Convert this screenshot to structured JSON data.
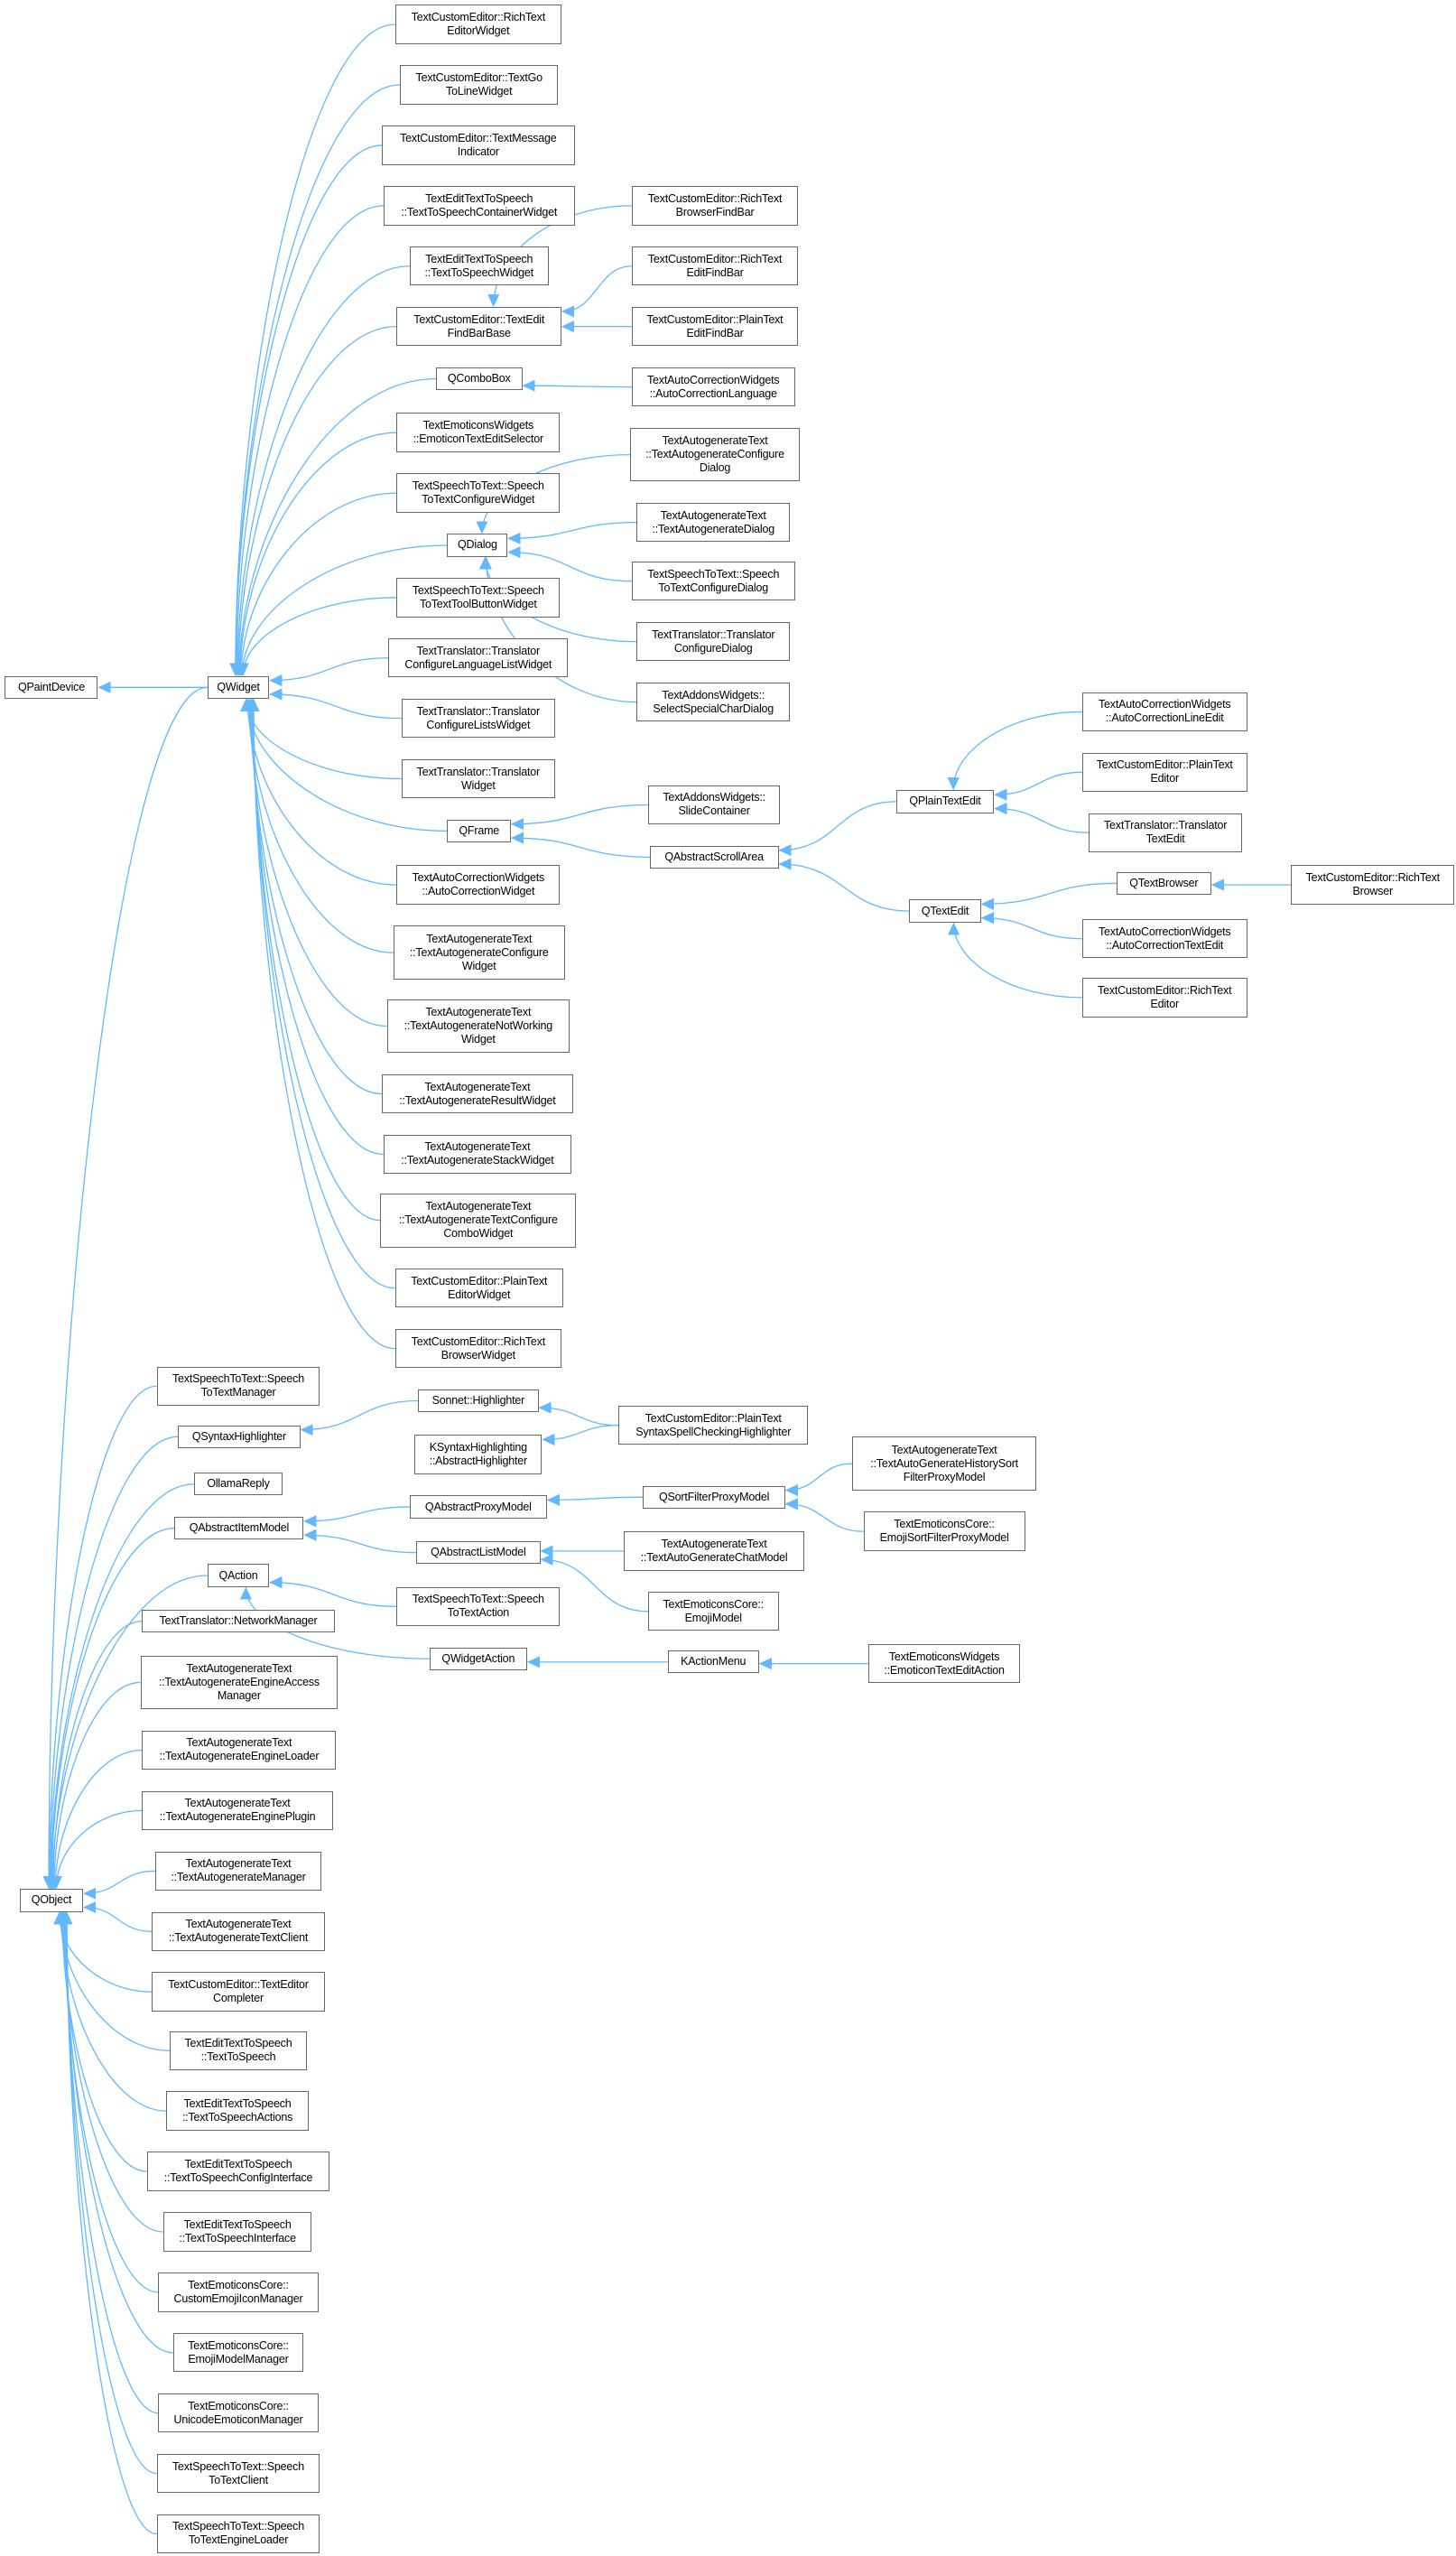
{
  "diagram": {
    "type": "class-inheritance-graph",
    "edge_color": "#63b8ff",
    "box_border_color": "#666666"
  },
  "nodes": [
    {
      "label": "QPaintDevice"
    },
    {
      "label": "QWidget"
    },
    {
      "label": "TextCustomEditor::RichText\nEditorWidget"
    },
    {
      "label": "TextCustomEditor::TextGo\nToLineWidget"
    },
    {
      "label": "TextCustomEditor::TextMessage\nIndicator"
    },
    {
      "label": "TextEditTextToSpeech\n::TextToSpeechContainerWidget"
    },
    {
      "label": "TextEditTextToSpeech\n::TextToSpeechWidget"
    },
    {
      "label": "TextCustomEditor::TextEdit\nFindBarBase"
    },
    {
      "label": "TextCustomEditor::RichText\nBrowserFindBar"
    },
    {
      "label": "TextCustomEditor::RichText\nEditFindBar"
    },
    {
      "label": "TextCustomEditor::PlainText\nEditFindBar"
    },
    {
      "label": "QComboBox"
    },
    {
      "label": "TextAutoCorrectionWidgets\n::AutoCorrectionLanguage"
    },
    {
      "label": "TextEmoticonsWidgets\n::EmoticonTextEditSelector"
    },
    {
      "label": "TextSpeechToText::Speech\nToTextConfigureWidget"
    },
    {
      "label": "QDialog"
    },
    {
      "label": "TextAutogenerateText\n::TextAutogenerateConfigure\nDialog"
    },
    {
      "label": "TextAutogenerateText\n::TextAutogenerateDialog"
    },
    {
      "label": "TextSpeechToText::Speech\nToTextConfigureDialog"
    },
    {
      "label": "TextTranslator::Translator\nConfigureDialog"
    },
    {
      "label": "TextAddonsWidgets::\nSelectSpecialCharDialog"
    },
    {
      "label": "TextSpeechToText::Speech\nToTextToolButtonWidget"
    },
    {
      "label": "TextTranslator::Translator\nConfigureLanguageListWidget"
    },
    {
      "label": "TextTranslator::Translator\nConfigureListsWidget"
    },
    {
      "label": "TextTranslator::Translator\nWidget"
    },
    {
      "label": "QFrame"
    },
    {
      "label": "TextAddonsWidgets::\nSlideContainer"
    },
    {
      "label": "QAbstractScrollArea"
    },
    {
      "label": "QPlainTextEdit"
    },
    {
      "label": "TextAutoCorrectionWidgets\n::AutoCorrectionLineEdit"
    },
    {
      "label": "TextCustomEditor::PlainText\nEditor"
    },
    {
      "label": "TextTranslator::Translator\nTextEdit"
    },
    {
      "label": "QTextEdit"
    },
    {
      "label": "QTextBrowser"
    },
    {
      "label": "TextCustomEditor::RichText\nBrowser"
    },
    {
      "label": "TextAutoCorrectionWidgets\n::AutoCorrectionTextEdit"
    },
    {
      "label": "TextCustomEditor::RichText\nEditor"
    },
    {
      "label": "TextAutoCorrectionWidgets\n::AutoCorrectionWidget"
    },
    {
      "label": "TextAutogenerateText\n::TextAutogenerateConfigure\nWidget"
    },
    {
      "label": "TextAutogenerateText\n::TextAutogenerateNotWorking\nWidget"
    },
    {
      "label": "TextAutogenerateText\n::TextAutogenerateResultWidget"
    },
    {
      "label": "TextAutogenerateText\n::TextAutogenerateStackWidget"
    },
    {
      "label": "TextAutogenerateText\n::TextAutogenerateTextConfigure\nComboWidget"
    },
    {
      "label": "TextCustomEditor::PlainText\nEditorWidget"
    },
    {
      "label": "TextCustomEditor::RichText\nBrowserWidget"
    },
    {
      "label": "QObject"
    },
    {
      "label": "TextSpeechToText::Speech\nToTextManager"
    },
    {
      "label": "QSyntaxHighlighter"
    },
    {
      "label": "Sonnet::Highlighter"
    },
    {
      "label": "TextCustomEditor::PlainText\nSyntaxSpellCheckingHighlighter"
    },
    {
      "label": "KSyntaxHighlighting\n::AbstractHighlighter"
    },
    {
      "label": "OllamaReply"
    },
    {
      "label": "QAbstractItemModel"
    },
    {
      "label": "QAbstractProxyModel"
    },
    {
      "label": "QSortFilterProxyModel"
    },
    {
      "label": "TextAutogenerateText\n::TextAutoGenerateHistorySort\nFilterProxyModel"
    },
    {
      "label": "TextEmoticonsCore::\nEmojiSortFilterProxyModel"
    },
    {
      "label": "QAbstractListModel"
    },
    {
      "label": "TextAutogenerateText\n::TextAutoGenerateChatModel"
    },
    {
      "label": "TextEmoticonsCore::\nEmojiModel"
    },
    {
      "label": "QAction"
    },
    {
      "label": "TextSpeechToText::Speech\nToTextAction"
    },
    {
      "label": "TextTranslator::NetworkManager"
    },
    {
      "label": "QWidgetAction"
    },
    {
      "label": "KActionMenu"
    },
    {
      "label": "TextEmoticonsWidgets\n::EmoticonTextEditAction"
    },
    {
      "label": "TextAutogenerateText\n::TextAutogenerateEngineAccess\nManager"
    },
    {
      "label": "TextAutogenerateText\n::TextAutogenerateEngineLoader"
    },
    {
      "label": "TextAutogenerateText\n::TextAutogenerateEnginePlugin"
    },
    {
      "label": "TextAutogenerateText\n::TextAutogenerateManager"
    },
    {
      "label": "TextAutogenerateText\n::TextAutogenerateTextClient"
    },
    {
      "label": "TextCustomEditor::TextEditor\nCompleter"
    },
    {
      "label": "TextEditTextToSpeech\n::TextToSpeech"
    },
    {
      "label": "TextEditTextToSpeech\n::TextToSpeechActions"
    },
    {
      "label": "TextEditTextToSpeech\n::TextToSpeechConfigInterface"
    },
    {
      "label": "TextEditTextToSpeech\n::TextToSpeechInterface"
    },
    {
      "label": "TextEmoticonsCore::\nCustomEmojiIconManager"
    },
    {
      "label": "TextEmoticonsCore::\nEmojiModelManager"
    },
    {
      "label": "TextEmoticonsCore::\nUnicodeEmoticonManager"
    },
    {
      "label": "TextSpeechToText::Speech\nToTextClient"
    },
    {
      "label": "TextSpeechToText::Speech\nToTextEngineLoader"
    }
  ],
  "edges": [
    [
      1,
      0
    ],
    [
      2,
      1
    ],
    [
      3,
      1
    ],
    [
      4,
      1
    ],
    [
      5,
      1
    ],
    [
      6,
      1
    ],
    [
      7,
      1
    ],
    [
      11,
      1
    ],
    [
      13,
      1
    ],
    [
      14,
      1
    ],
    [
      15,
      1
    ],
    [
      21,
      1
    ],
    [
      22,
      1
    ],
    [
      23,
      1
    ],
    [
      24,
      1
    ],
    [
      25,
      1
    ],
    [
      37,
      1
    ],
    [
      38,
      1
    ],
    [
      39,
      1
    ],
    [
      40,
      1
    ],
    [
      41,
      1
    ],
    [
      42,
      1
    ],
    [
      43,
      1
    ],
    [
      44,
      1
    ],
    [
      8,
      7
    ],
    [
      9,
      7
    ],
    [
      10,
      7
    ],
    [
      12,
      11
    ],
    [
      16,
      15
    ],
    [
      17,
      15
    ],
    [
      18,
      15
    ],
    [
      19,
      15
    ],
    [
      20,
      15
    ],
    [
      26,
      25
    ],
    [
      27,
      25
    ],
    [
      28,
      27
    ],
    [
      32,
      27
    ],
    [
      29,
      28
    ],
    [
      30,
      28
    ],
    [
      31,
      28
    ],
    [
      33,
      32
    ],
    [
      35,
      32
    ],
    [
      36,
      32
    ],
    [
      34,
      33
    ],
    [
      1,
      45
    ],
    [
      46,
      45
    ],
    [
      47,
      45
    ],
    [
      51,
      45
    ],
    [
      52,
      45
    ],
    [
      60,
      45
    ],
    [
      62,
      45
    ],
    [
      66,
      45
    ],
    [
      67,
      45
    ],
    [
      68,
      45
    ],
    [
      69,
      45
    ],
    [
      70,
      45
    ],
    [
      71,
      45
    ],
    [
      72,
      45
    ],
    [
      73,
      45
    ],
    [
      74,
      45
    ],
    [
      75,
      45
    ],
    [
      76,
      45
    ],
    [
      77,
      45
    ],
    [
      78,
      45
    ],
    [
      79,
      45
    ],
    [
      80,
      45
    ],
    [
      48,
      47
    ],
    [
      49,
      48
    ],
    [
      49,
      50
    ],
    [
      53,
      52
    ],
    [
      57,
      52
    ],
    [
      54,
      53
    ],
    [
      55,
      54
    ],
    [
      56,
      54
    ],
    [
      58,
      57
    ],
    [
      59,
      57
    ],
    [
      61,
      60
    ],
    [
      63,
      60
    ],
    [
      64,
      63
    ],
    [
      65,
      64
    ]
  ]
}
